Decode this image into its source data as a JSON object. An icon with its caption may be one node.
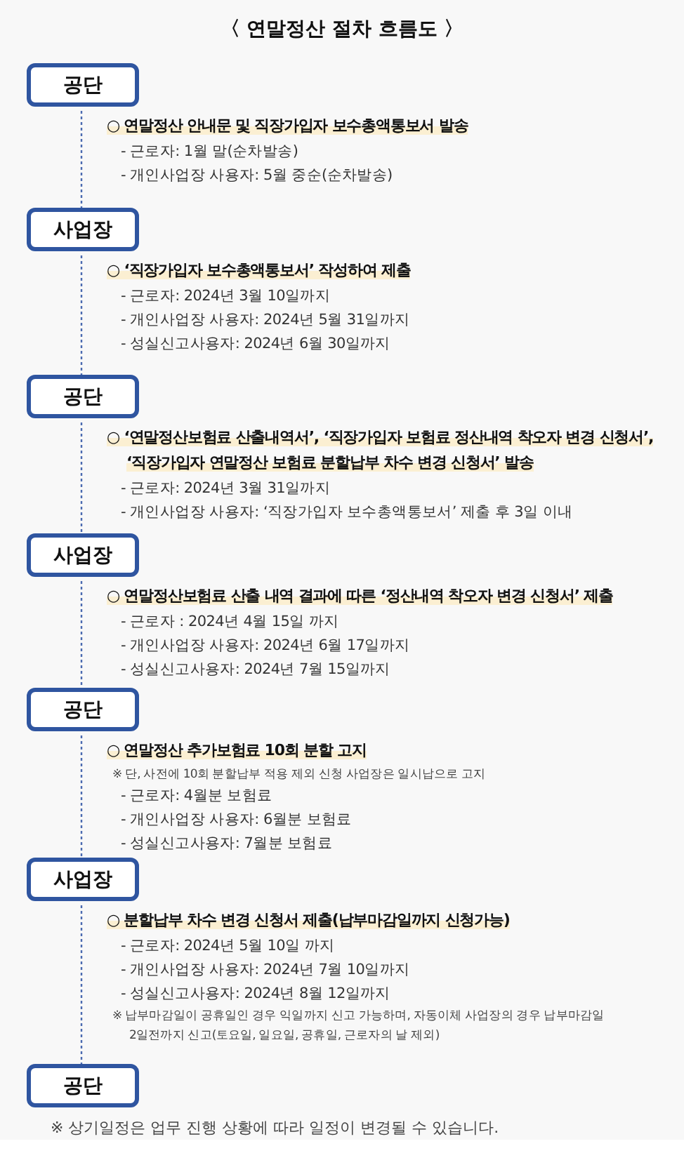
{
  "diagram": {
    "title": "〈 연말정산 절차 흐름도 〉",
    "nodes": [
      {
        "text": [
          "공단"
        ],
        "beside": [
          "○ 연말정산 안내문 및 직장가입자 보수총액통보서 발송",
          "- 근로자: 1월 말(순차발송)",
          "- 개인사업장 사용자: 5월 중순(순차발송)"
        ]
      },
      {
        "text": [
          "사업장"
        ],
        "beside": [
          "○ ‘직장가입자 보수총액통보서’ 작성하여 제출",
          "- 근로자: 2024년 3월 10일까지",
          "- 개인사업장 사용자: 2024년 5월 31일까지",
          "- 성실신고사용자: 2024년 6월 30일까지"
        ]
      },
      {
        "text": [
          "공단"
        ],
        "beside": [
          "○ ‘연말정산보험료 산출내역서’, ‘직장가입자 보험료 정산내역 착오자 변경 신청서’, ‘직장가입자 연말정산 보험료 분할납부 차수 변경 신청서’ 발송",
          "- 근로자: 2024년 3월 31일까지",
          "- 개인사업장 사용자: ‘직장가입자 보수총액통보서’ 제출 후 3일 이내"
        ]
      },
      {
        "text": [
          "사업장"
        ],
        "beside": [
          "○ 연말정산보험료 산출 내역 결과에 따른 ‘정산내역 착오자 변경 신청서’ 제출",
          "- 근로자 : 2024년 4월 15일 까지",
          "- 개인사업장 사용자: 2024년 6월 17일까지",
          "- 성실신고사용자: 2024년 7월 15일까지"
        ]
      },
      {
        "text": [
          "공단"
        ],
        "beside": [
          "○ 연말정산 추가보험료 10회 분할 고지",
          "※ 단, 사전에 10회 분할납부 적용 제외 신청 사업장은 일시납으로 고지",
          "- 근로자: 4월분 보험료",
          "- 개인사업장 사용자: 6월분 보험료",
          "- 성실신고사용자: 7월분 보험료"
        ]
      },
      {
        "text": [
          "사업장"
        ],
        "beside": [
          "○ 분할납부 차수 변경 신청서 제출(납부마감일까지 신청가능)",
          "- 근로자: 2024년 5월 10일 까지",
          "- 개인사업장 사용자: 2024년 7월 10일까지",
          "- 성실신고사용자: 2024년 8월 12일까지",
          "※ 납부마감일이 공휴일인 경우 익일까지 신고 가능하며, 자동이체 사업장의 경우 납부마감일 2일전까지 신고(토요일, 일요일, 공휴일, 근로자의 날 제외)"
        ]
      },
      {
        "text": [
          "공단"
        ]
      }
    ],
    "edges": [
      {
        "from": 0,
        "to": 1,
        "arrow": "none",
        "style": "dashed"
      },
      {
        "from": 1,
        "to": 2,
        "arrow": "none",
        "style": "dashed"
      },
      {
        "from": 2,
        "to": 3,
        "arrow": "none",
        "style": "dashed"
      },
      {
        "from": 3,
        "to": 4,
        "arrow": "none",
        "style": "dashed"
      },
      {
        "from": 4,
        "to": 5,
        "arrow": "none",
        "style": "dashed"
      },
      {
        "from": 5,
        "to": 6,
        "arrow": "none",
        "style": "dashed"
      }
    ],
    "labels": [
      "※ 상기일정은 업무 진행 상황에 따라 일정이 변경될 수 있습니다."
    ]
  }
}
